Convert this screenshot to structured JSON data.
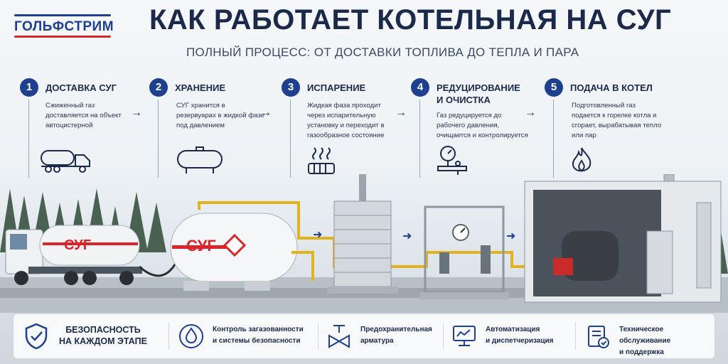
{
  "brand": {
    "name": "ГОЛЬФСТРИМ"
  },
  "header": {
    "title": "КАК РАБОТАЕТ КОТЕЛЬНАЯ НА СУГ",
    "subtitle": "ПОЛНЫЙ ПРОЦЕСС: ОТ ДОСТАВКИ ТОПЛИВА ДО ТЕПЛА И ПАРА"
  },
  "steps": [
    {
      "num": "1",
      "title": "ДОСТАВКА СУГ",
      "desc": "Сжиженный газ доставляется на объект автоцистерной",
      "icon": "tanker-truck-icon"
    },
    {
      "num": "2",
      "title": "ХРАНЕНИЕ",
      "desc": "СУГ хранится в резервуарах в жидкой фазе под давлением",
      "icon": "storage-tank-icon"
    },
    {
      "num": "3",
      "title": "ИСПАРЕНИЕ",
      "desc": "Жидкая фаза проходит через испарительную установку и переходит в газообразное состояние",
      "icon": "evaporator-icon"
    },
    {
      "num": "4",
      "title1": "РЕДУЦИРОВАНИЕ",
      "title2": "И ОЧИСТКА",
      "desc": "Газ редуцируется до рабочего давления, очищается и контролируется",
      "icon": "pressure-gauge-icon"
    },
    {
      "num": "5",
      "title": "ПОДАЧА В КОТЕЛ",
      "desc": "Подготовленный газ подается к горелке котла и сгорает, вырабатывая тепло или пар",
      "icon": "flame-icon"
    }
  ],
  "scene": {
    "tanker_label": "СУГ",
    "tank_label": "СУГ"
  },
  "features": [
    {
      "line1": "БЕЗОПАСНОСТЬ",
      "line2": "НА КАЖДОМ ЭТАПЕ",
      "icon": "shield-check-icon"
    },
    {
      "line1": "Контроль загазованности",
      "line2": "и системы безопасности",
      "icon": "gas-drop-icon"
    },
    {
      "line1": "Предохранительная",
      "line2": "арматура",
      "icon": "valve-icon"
    },
    {
      "line1": "Автоматизация",
      "line2": "и диспетчеризация",
      "icon": "monitor-icon"
    },
    {
      "line1": "Техническое обслуживание",
      "line2": "и поддержка",
      "icon": "checklist-icon"
    }
  ],
  "colors": {
    "brand_blue": "#1f3f8f",
    "brand_red": "#d9262c",
    "pipe_yellow": "#e3b21f",
    "dark_text": "#1b2a4a"
  }
}
